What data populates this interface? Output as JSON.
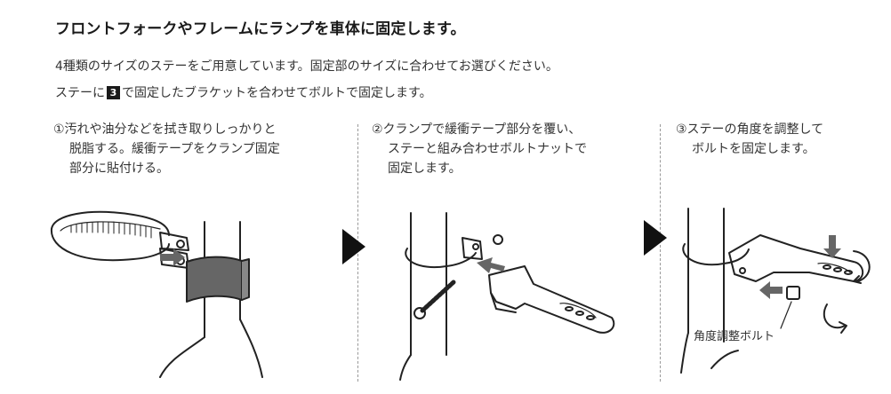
{
  "title": "フロントフォークやフレームにランプを車体に固定します。",
  "intro": {
    "line1": "4種類のサイズのステーをご用意しています。固定部のサイズに合わせてお選びください。",
    "line2_prefix": "ステーに",
    "line2_badge": "3",
    "line2_suffix": "で固定したブラケットを合わせてボルトで固定します。"
  },
  "steps": [
    {
      "line1": "①汚れや油分などを拭き取りしっかりと",
      "line2": "脱脂する。緩衝テープをクランプ固定",
      "line3": "部分に貼付ける。"
    },
    {
      "line1": "②クランプで緩衝テープ部分を覆い、",
      "line2": "ステーと組み合わせボルトナットで",
      "line3": "固定します。"
    },
    {
      "line1": "③ステーの角度を調整して",
      "line2": "ボルトを固定します。"
    }
  ],
  "callout_label": "角度調整ボルト",
  "colors": {
    "text": "#333333",
    "title": "#1a1a1a",
    "tape": "#666666",
    "arrow": "#111111"
  }
}
